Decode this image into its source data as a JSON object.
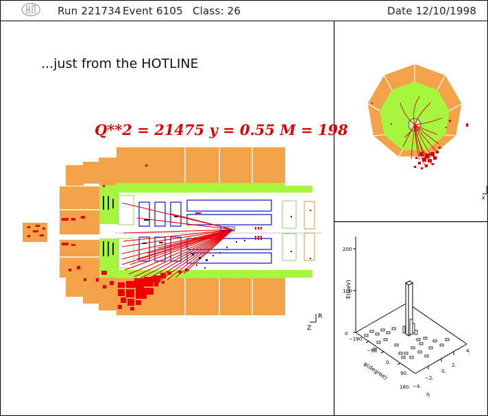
{
  "header": {
    "run": "Run 221734",
    "event": "Event 6105",
    "class_label": "Class: 26",
    "date": "Date 12/10/1998"
  },
  "main_view": {
    "title": "...just from the HOTLINE",
    "kinematics": "Q**2 = 21475   y = 0.55   M = 198",
    "axis_r": "R",
    "axis_z": "Z"
  },
  "radial_view": {
    "axis_x": "x"
  },
  "lego_plot": {
    "z_label": "E(GeV)",
    "z_ticks": [
      "0",
      "100",
      "200"
    ],
    "phi_label": "φ(degree)",
    "phi_ticks": [
      "−180.",
      "−90.",
      "0.",
      "90.",
      "180."
    ],
    "eta_label": "η",
    "eta_ticks": [
      "−4.",
      "−2.",
      "0.",
      "2.",
      "4."
    ]
  },
  "colors": {
    "hadronic_calorimeter": "#f4a24a",
    "em_calorimeter": "#a6f53e",
    "energy_deposit": "#ee0000",
    "tracker": "#1e1ed2",
    "frame": "#000000"
  }
}
